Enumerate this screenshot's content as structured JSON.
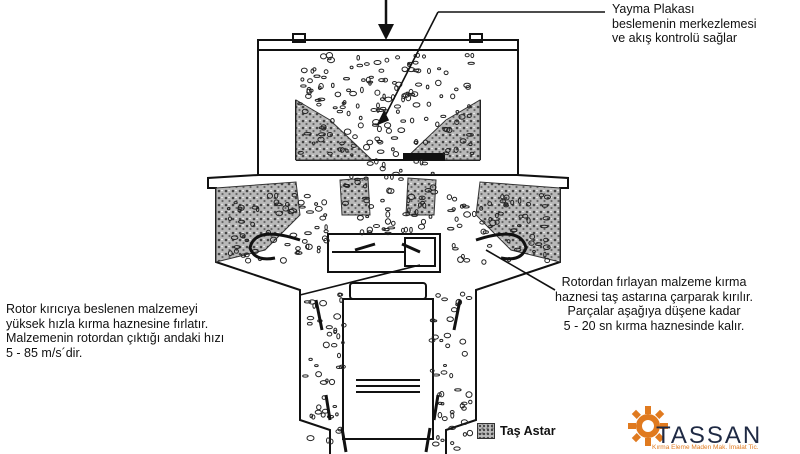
{
  "labels": {
    "yayma": [
      "Yayma Plakası",
      "beslemenin merkezlemesi",
      "ve akış kontrolü sağlar"
    ],
    "rotor": [
      "Rotor kırıcıya beslenen malzemeyi",
      "yüksek hızla kırma haznesine fırlatır.",
      "Malzemenin rotordan çıktığı andaki hızı",
      "5 - 85 m/s´dir."
    ],
    "firlayan": [
      "Rotordan fırlayan malzeme kırma",
      "haznesi taş astarına çarparak kırılır.",
      "Parçalar aşağıya düşene kadar",
      "5 - 20 sn kırma haznesinde kalır."
    ]
  },
  "legend": {
    "label": "Taş Astar"
  },
  "brand": {
    "name": "TASSAN",
    "subtitle": "Kırma Eleme Maden Mak. İmalat Tic.",
    "accent": "#e07a1f",
    "dark": "#1f2a44"
  },
  "colors": {
    "line": "#111111",
    "hatch": "#555555"
  }
}
